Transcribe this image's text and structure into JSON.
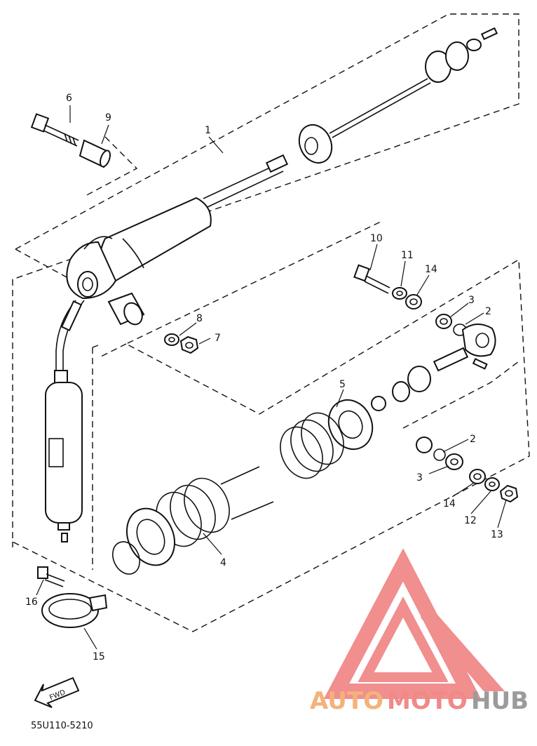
{
  "callouts": {
    "c1": "1",
    "c2a": "2",
    "c2b": "2",
    "c3a": "3",
    "c3b": "3",
    "c4": "4",
    "c5": "5",
    "c6": "6",
    "c7": "7",
    "c8": "8",
    "c9": "9",
    "c10": "10",
    "c11": "11",
    "c12": "12",
    "c13": "13",
    "c14a": "14",
    "c14b": "14",
    "c15": "15",
    "c16": "16"
  },
  "fwd_label": "FWD",
  "diagram_code": "55U110-5210",
  "watermark": {
    "text_a": "AUTO",
    "text_b": "MOTO",
    "text_c": "HUB",
    "color_a": "#f4b27a",
    "color_b": "#f08a87",
    "color_c": "#9b9b9b",
    "logo_color": "#ef7b7b"
  }
}
